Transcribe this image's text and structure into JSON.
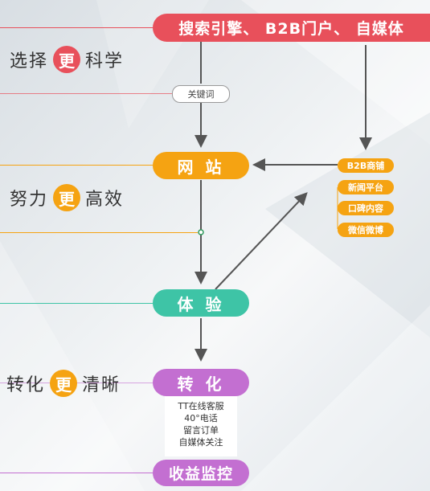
{
  "colors": {
    "red": "#e8505b",
    "orange": "#f5a312",
    "teal": "#3ec4a6",
    "purple": "#c36fd1",
    "arrow": "#555555"
  },
  "top_pill": "搜索引擎、 B2B门户、 自媒体",
  "keyword_label": "关键词",
  "website_pill": "网 站",
  "experience_pill": "体 验",
  "convert_pill": "转 化",
  "monitor_pill": "收益监控",
  "channels": [
    "B2B商铺",
    "新闻平台",
    "口碑内容",
    "微信微博"
  ],
  "convert_notes": [
    "TT在线客服",
    "40°电话",
    "留言订单",
    "自媒体关注"
  ],
  "stages": [
    {
      "pre": "选择",
      "mark": "更",
      "post": "科学"
    },
    {
      "pre": "努力",
      "mark": "更",
      "post": "高效"
    },
    {
      "pre": "转化",
      "mark": "更",
      "post": "清晰"
    }
  ]
}
